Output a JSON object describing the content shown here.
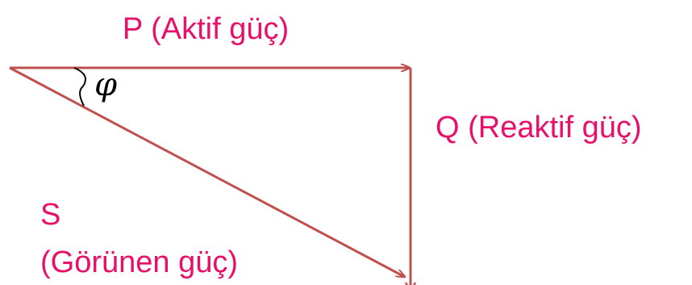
{
  "labels": {
    "active_power": "P (Aktif güç)",
    "reactive_power": "Q (Reaktif güç)",
    "apparent_power_symbol": "S",
    "apparent_power_name": "(Görünen güç)",
    "angle_symbol": "φ"
  },
  "colors": {
    "arrow": "#c0504d",
    "label": "#e8106a",
    "angle": "#000000"
  }
}
